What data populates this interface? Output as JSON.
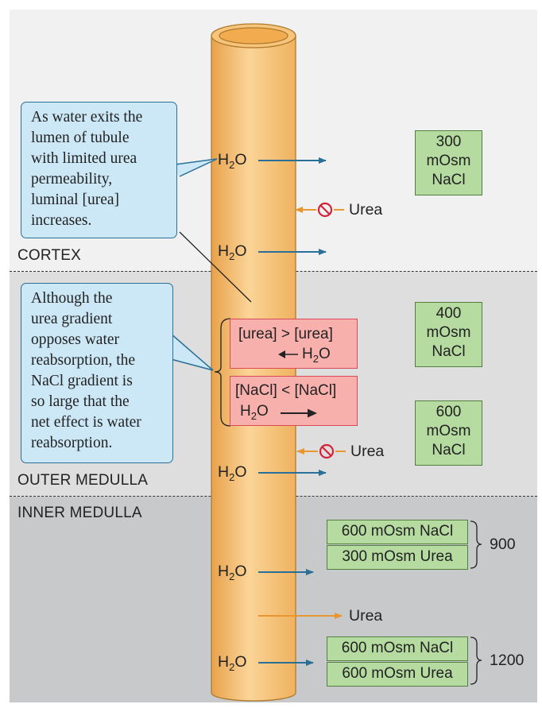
{
  "zones": {
    "cortex": "CORTEX",
    "outer_medulla": "OUTER MEDULLA",
    "inner_medulla": "INNER MEDULLA"
  },
  "callouts": {
    "top": "As water exits the\nlumen of tubule\nwith limited urea\npermeability,\nluminal [urea]\nincreases.",
    "middle": "Although the\nurea gradient\nopposes water\nreabsorption, the\nNaCl gradient is\nso large that the\nnet effect is water\nreabsorption."
  },
  "interstitium": {
    "box300": "300\nmOsm\nNaCl",
    "box400": "400\nmOsm\nNaCl",
    "box600": "600\nmOsm\nNaCl",
    "inner1": {
      "nacl": "600 mOsm NaCl",
      "urea": "300 mOsm Urea",
      "total": "900"
    },
    "inner2": {
      "nacl": "600 mOsm NaCl",
      "urea": "600 mOsm Urea",
      "total": "1200"
    }
  },
  "gradients": {
    "urea": {
      "left": "[urea]",
      "op": ">",
      "right": "[urea]"
    },
    "nacl": {
      "left": "[NaCl]",
      "op": "<",
      "right": "[NaCl]"
    }
  },
  "molecules": {
    "water": "H",
    "water_sub": "2",
    "water_tail": "O",
    "urea": "Urea"
  },
  "colors": {
    "water_arrow": "#2a6f98",
    "urea_arrow": "#e8962f",
    "block": "#d2233b",
    "tubule": "#f9c980"
  }
}
